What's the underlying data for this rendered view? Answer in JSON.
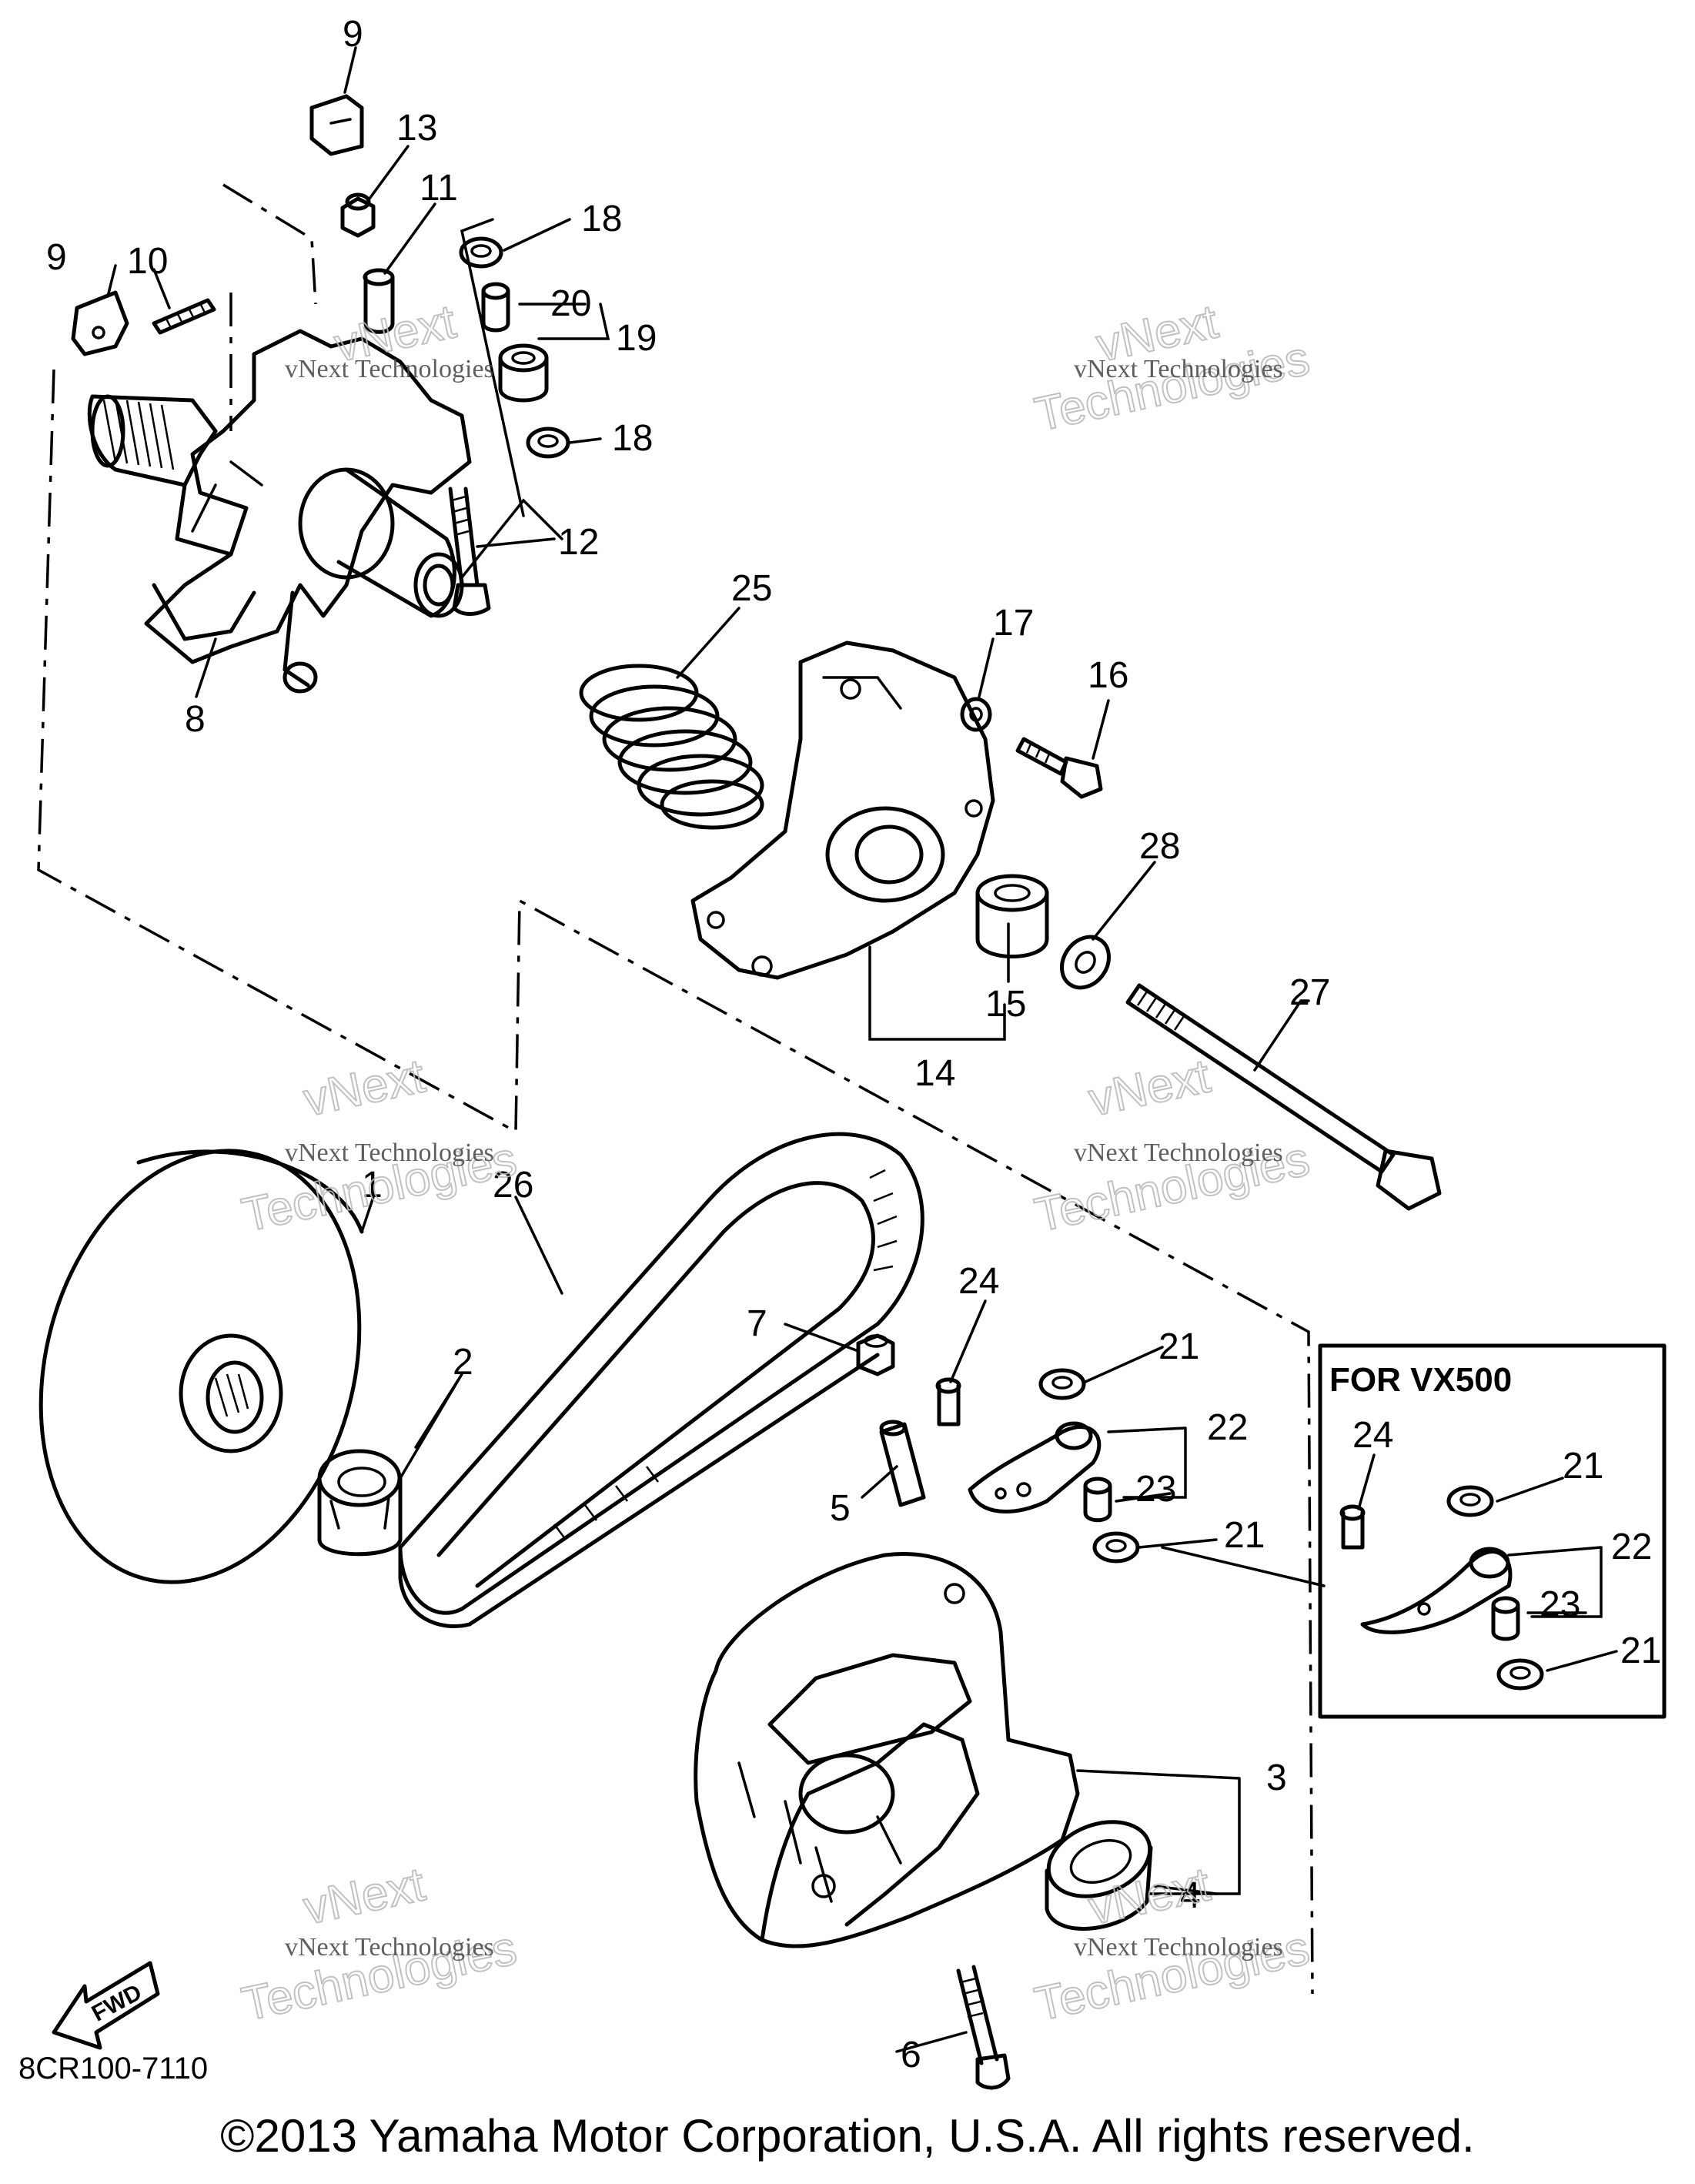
{
  "figure_code": "8CR100-7110",
  "copyright": "©2013 Yamaha Motor Corporation, U.S.A. All rights reserved.",
  "inset_title": "FOR VX500",
  "fwd_label": "FWD",
  "watermark": {
    "line1": "vNext",
    "line2": "Technologies",
    "line3": "vNext Technologies"
  },
  "callouts": {
    "n1": "1",
    "n2": "2",
    "n3": "3",
    "n4": "4",
    "n5": "5",
    "n6": "6",
    "n7": "7",
    "n8": "8",
    "n9a": "9",
    "n9b": "9",
    "n10": "10",
    "n11": "11",
    "n12": "12",
    "n13": "13",
    "n14": "14",
    "n15": "15",
    "n16": "16",
    "n17": "17",
    "n18a": "18",
    "n18b": "18",
    "n19": "19",
    "n20": "20",
    "n21a": "21",
    "n21b": "21",
    "n22": "22",
    "n23": "23",
    "n24": "24",
    "n25": "25",
    "n26": "26",
    "n27": "27",
    "n28": "28",
    "i21a": "21",
    "i21b": "21",
    "i22": "22",
    "i23": "23",
    "i24": "24"
  }
}
